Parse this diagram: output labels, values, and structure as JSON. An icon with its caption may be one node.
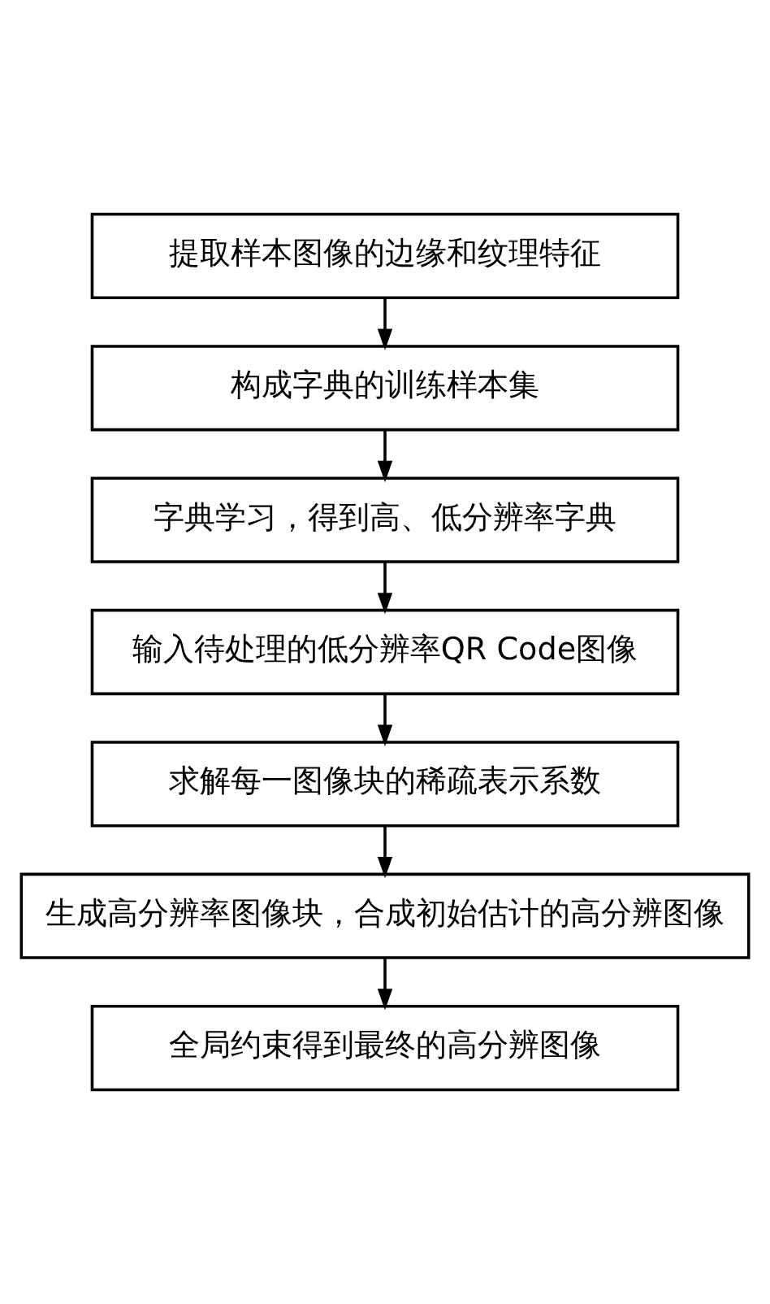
{
  "diagram": {
    "nodes": [
      {
        "text": [
          "提取样本图像的边缘和纹理特征"
        ]
      },
      {
        "text": [
          "构成字典的训练样本集"
        ]
      },
      {
        "text": [
          "字典学习，得到高、低分辨率字典"
        ]
      },
      {
        "text": [
          "输入待处理的低分辨率QR Code图像"
        ]
      },
      {
        "text": [
          "求解每一图像块的稀疏表示系数"
        ]
      },
      {
        "text": [
          "生成高分辨率图像块，合成初始估计的高分辨图像"
        ]
      },
      {
        "text": [
          "全局约束得到最终的高分辨图像"
        ]
      }
    ],
    "edges": [
      {
        "from": 0,
        "to": 1,
        "arrow": "to"
      },
      {
        "from": 1,
        "to": 2,
        "arrow": "to"
      },
      {
        "from": 2,
        "to": 3,
        "arrow": "to"
      },
      {
        "from": 3,
        "to": 4,
        "arrow": "to"
      },
      {
        "from": 4,
        "to": 5,
        "arrow": "to"
      },
      {
        "from": 5,
        "to": 6,
        "arrow": "to"
      }
    ]
  }
}
